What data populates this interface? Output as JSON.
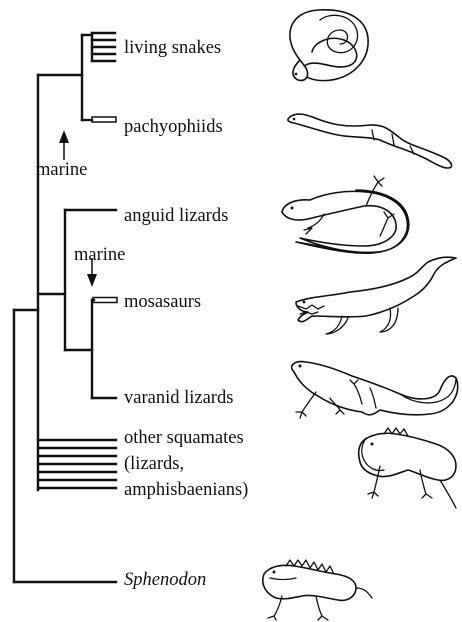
{
  "taxa": {
    "living_snakes": "living snakes",
    "pachyophiids": "pachyophiids",
    "anguid_lizards": "anguid lizards",
    "mosasaurs": "mosasaurs",
    "varanid_lizards": "varanid lizards",
    "other_squamates_1": "other squamates",
    "other_squamates_2": "(lizards,",
    "other_squamates_3": "amphisbaenians)",
    "sphenodon": "Sphenodon"
  },
  "annotations": {
    "marine_upper": "marine",
    "marine_lower": "marine"
  },
  "icons": [
    "snake-icon",
    "pachyophiid-icon",
    "anguid-lizard-icon",
    "mosasaur-icon",
    "varanid-lizard-icon",
    "iguana-icon",
    "sphenodon-icon"
  ]
}
